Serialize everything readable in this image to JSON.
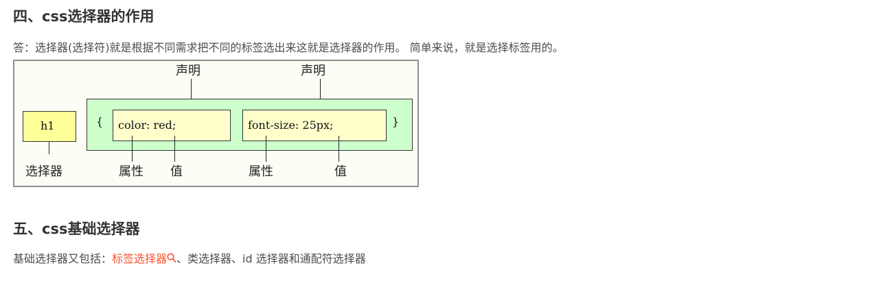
{
  "section4": {
    "heading": "四、css选择器的作用",
    "answer": "答：选择器(选择符)就是根据不同需求把不同的标签选出来这就是选择器的作用。 简单来说，就是选择标签用的。"
  },
  "diagram": {
    "selector_text": "h1",
    "open_brace": "{",
    "close_brace": "}",
    "decl1_text": "color: red;",
    "decl2_text": "font-size: 25px;",
    "label_declaration_1": "声明",
    "label_declaration_2": "声明",
    "label_selector": "选择器",
    "label_property_1": "属性",
    "label_value_1": "值",
    "label_property_2": "属性",
    "label_value_2": "值"
  },
  "section5": {
    "heading": "五、css基础选择器",
    "intro_prefix": "基础选择器又包括：",
    "link_text": "标签选择器",
    "intro_suffix": "、类选择器、id 选择器和通配符选择器"
  },
  "colors": {
    "link": "#fc5531",
    "selector_fill": "#ffff99",
    "declaration_area_fill": "#ccffcc",
    "declaration_fill": "#ffffcc"
  },
  "icons": [
    "search-icon"
  ]
}
